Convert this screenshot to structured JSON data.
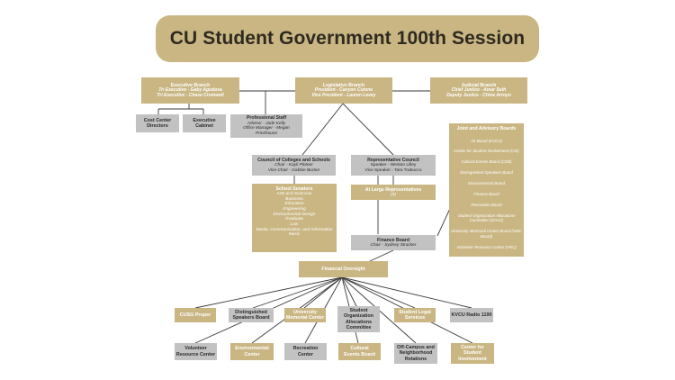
{
  "title": "CU Student Government 100th Session",
  "executive": {
    "heading": "Executive Branch",
    "line1": "Tri Executive - Gaby Agudosa",
    "line2": "Tri Executive - Chase Cromwell"
  },
  "legislative": {
    "heading": "Legislative Branch",
    "line1": "President - Canyon Cutone",
    "line2": "Vice President - Lauren Levey"
  },
  "judicial": {
    "heading": "Judicial Branch",
    "line1": "Chief Justice - Amar Seth",
    "line2": "Deputy Justice - Chloe Arroyo"
  },
  "cost_center_directors": "Cost Center Directors",
  "executive_cabinet": "Executive Cabinet",
  "professional_staff": {
    "heading": "Professional Staff",
    "line1": "Advisor - Jade Kelly",
    "line2": "Office Manager - Megan Prinzhouse"
  },
  "council": {
    "heading": "Council of Colleges and Schools",
    "line1": "Chair - Kayli Plotner",
    "line2": "Vice Chair - Gabbie Burton"
  },
  "rep_council": {
    "heading": "Representative Council",
    "line1": "Speaker - Weston Lilley",
    "line2": "Vice Speaker - Tara Trabucco"
  },
  "school_senators": {
    "heading": "School Senators",
    "items": [
      "Arts and Sciences",
      "Business",
      "Education",
      "Engineering",
      "Environmental Design",
      "Graduate",
      "Law",
      "Media, Communication, and Information",
      "Music"
    ]
  },
  "at_large": {
    "heading": "At Large Representatives",
    "sub": "(5)"
  },
  "joint_boards": {
    "heading": "Joint and Advisory Boards",
    "items": [
      "Air Board (KVCU)",
      "Center for Student Involvement (CSI)",
      "Cultural Events Board (CEB)",
      "Distinguished Speakers Board",
      "Environmental Board",
      "Finance Board",
      "Recreation Board",
      "Student Organization Allocations Committee (SOAC)",
      "University Memorial Center Board (UMC Board)",
      "Volunteer Resource Center (VRC)"
    ]
  },
  "finance_board": {
    "heading": "Finance Board",
    "line1": "Chair - Sydney Stracker"
  },
  "financial_oversight": "Financial Oversight",
  "bottom_row1": {
    "cusg_proper": "CUSG Proper",
    "distinguished_speakers": "Distinguished Speakers Board",
    "umc": "University Memorial Center",
    "soac": "Student Organization Allocations Committee",
    "legal": "Student Legal Services",
    "kvcu": "KVCU Radio 1190"
  },
  "bottom_row2": {
    "volunteer": "Volunteer Resource Center",
    "environmental": "Environmental Center",
    "recreation": "Recreation Center",
    "cultural": "Cultural Events Board",
    "off_campus": "Off-Campus and Neighborhood Relations",
    "csi": "Center for Student Involvement"
  },
  "colors": {
    "gold": "#c9b683",
    "gray": "#c2c2c2",
    "line": "#3a3a3a",
    "title_text": "#2e2a20"
  }
}
